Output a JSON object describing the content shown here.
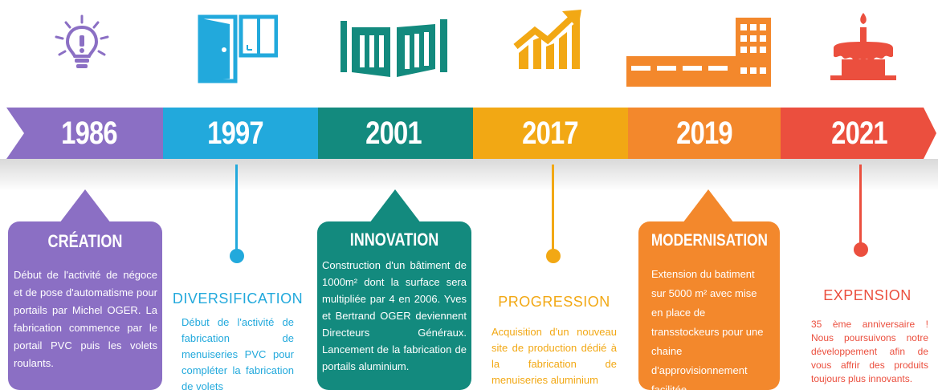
{
  "colors": {
    "purple": "#8b6fc4",
    "blue": "#22a9dc",
    "teal": "#138a7e",
    "gold": "#f2a814",
    "orange": "#f3882c",
    "red": "#eb4f3e"
  },
  "timeline": [
    {
      "year": "1986",
      "icon": "lightbulb-icon",
      "title": "CRÉATION",
      "text": "Début de l'activité de négoce et de pose d'automatisme pour portails par Michel OGER. La fabrication commence par le portail PVC puis les volets roulants."
    },
    {
      "year": "1997",
      "icon": "door-window-icon",
      "title": "DIVERSIFICATION",
      "text": "Début de l'activité de fabrication de menuiseries PVC pour compléter la fabrication de volets"
    },
    {
      "year": "2001",
      "icon": "gate-icon",
      "title": "INNOVATION",
      "text": "Construction d'un bâtiment de 1000m² dont la surface sera multipliée par 4 en 2006. Yves et Bertrand OGER deviennent Directeurs Généraux. Lancement de la fabrication de portails aluminium."
    },
    {
      "year": "2017",
      "icon": "growth-chart-icon",
      "title": "PROGRESSION",
      "text": "Acquisition d'un nouveau site de production dédié à la fabrication de menuiseries aluminium"
    },
    {
      "year": "2019",
      "icon": "factory-building-icon",
      "title": "MODERNISATION",
      "text": "Extension du batiment sur 5000 m² avec mise en place de transstockeurs pour une chaine d'approvisionnement facilitée."
    },
    {
      "year": "2021",
      "icon": "birthday-cake-icon",
      "title": "EXPENSION",
      "text": "35 ème anniversaire ! Nous poursuivons notre développement afin de vous affrir des produits toujours plus innovants."
    }
  ]
}
